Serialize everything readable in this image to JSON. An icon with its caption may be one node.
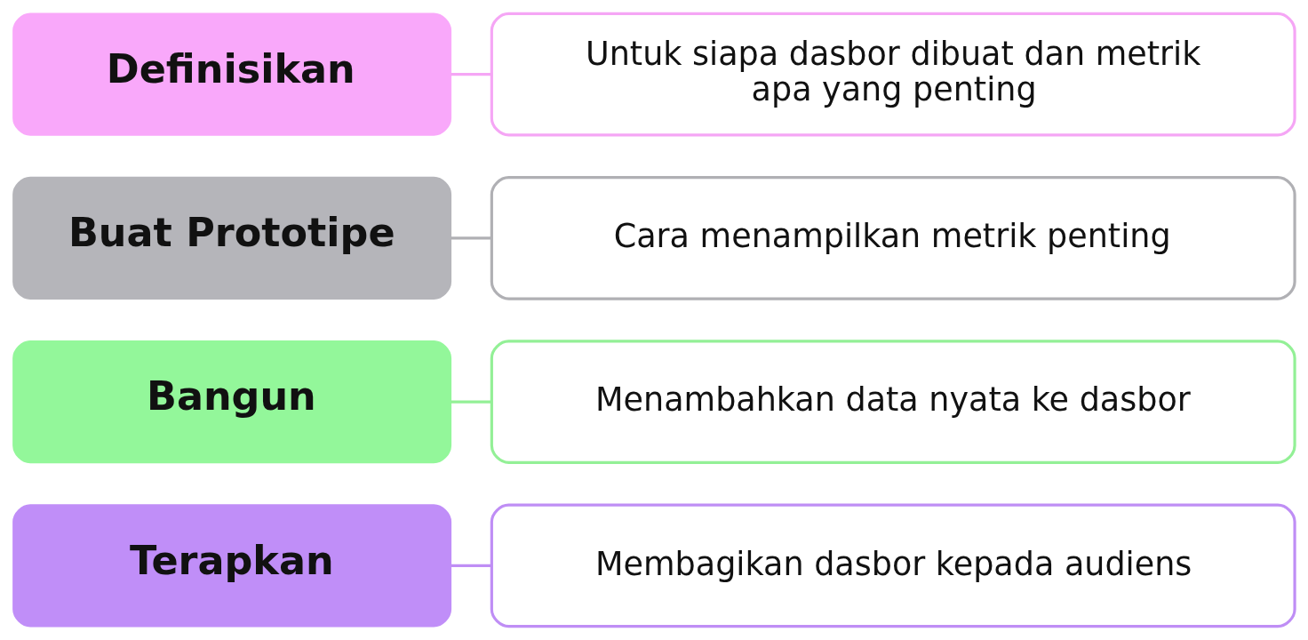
{
  "diagram": {
    "nodes": [
      {
        "text": [
          "Definisikan"
        ]
      },
      {
        "text": [
          "Untuk siapa dasbor dibuat dan metrik apa yang penting"
        ]
      },
      {
        "text": [
          "Buat Prototipe"
        ]
      },
      {
        "text": [
          "Cara menampilkan metrik penting"
        ]
      },
      {
        "text": [
          "Bangun"
        ]
      },
      {
        "text": [
          "Menambahkan data nyata ke dasbor"
        ]
      },
      {
        "text": [
          "Terapkan"
        ]
      },
      {
        "text": [
          "Membagikan dasbor kepada audiens"
        ]
      }
    ],
    "edges": [
      {
        "from": 0,
        "to": 1,
        "arrow": "none",
        "color": "#f5a6f5"
      },
      {
        "from": 2,
        "to": 3,
        "arrow": "none",
        "color": "#b0b0b4"
      },
      {
        "from": 4,
        "to": 5,
        "arrow": "none",
        "color": "#93f096"
      },
      {
        "from": 6,
        "to": 7,
        "arrow": "none",
        "color": "#bf8ef5"
      }
    ]
  }
}
